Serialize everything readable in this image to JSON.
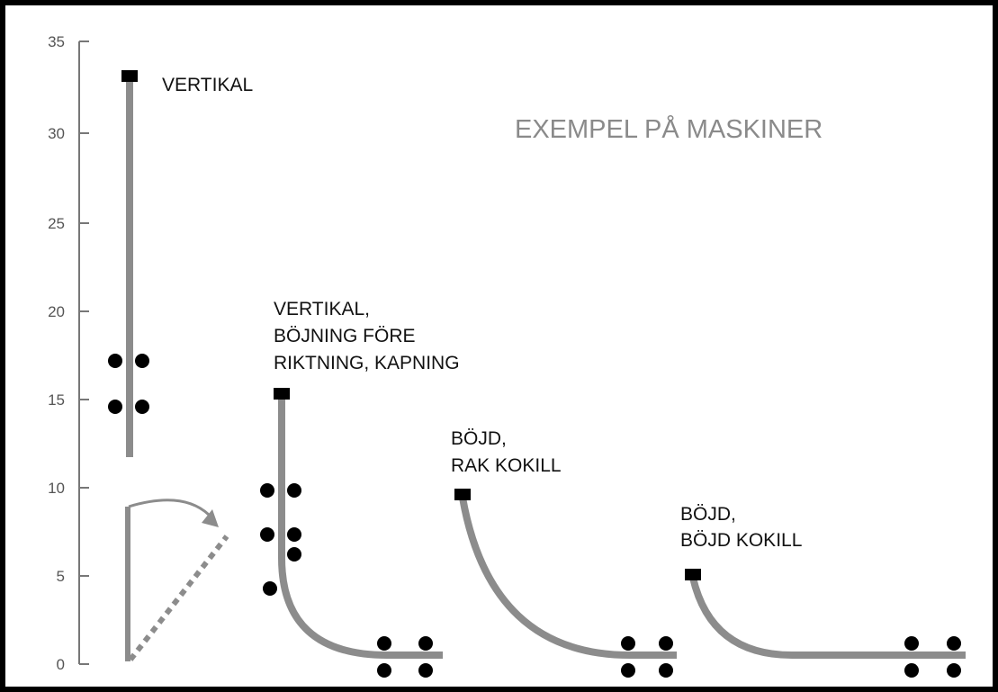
{
  "figure": {
    "title": "EXEMPEL PÅ MASKINER",
    "y_axis": {
      "range": [
        0,
        35
      ],
      "ticks": [
        "0",
        "5",
        "10",
        "15",
        "20",
        "25",
        "30",
        "35"
      ]
    },
    "machines": [
      {
        "id": "vertical",
        "label_lines": [
          "VERTIKAL"
        ],
        "mould_height_m": 33
      },
      {
        "id": "vertical-bending",
        "label_lines": [
          "VERTIKAL,",
          "BÖJNING FÖRE",
          "RIKTNING, KAPNING"
        ],
        "mould_height_m": 15.3
      },
      {
        "id": "curved-straight-mould",
        "label_lines": [
          "BÖJD,",
          "RAK KOKILL"
        ],
        "mould_height_m": 9.7
      },
      {
        "id": "curved-curved-mould",
        "label_lines": [
          "BÖJD,",
          "BÖJD KOKILL"
        ],
        "mould_height_m": 5
      }
    ],
    "colors": {
      "strand": "#8c8c8c",
      "roll": "#000000",
      "title": "#8a8a8a",
      "axis": "#777777"
    }
  }
}
